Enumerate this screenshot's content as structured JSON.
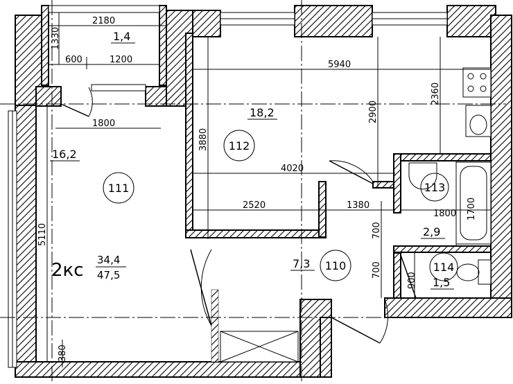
{
  "apartment": {
    "type_label": "2кс",
    "living_area": "34,4",
    "total_area": "47,5"
  },
  "rooms": [
    {
      "number": "111",
      "area": "16,2"
    },
    {
      "number": "112",
      "area": "18,2"
    },
    {
      "number": "113",
      "area": "2,9"
    },
    {
      "number": "114",
      "area": "1,5"
    },
    {
      "number": "110",
      "area": "7,3"
    },
    {
      "number": "",
      "area": "1,4"
    }
  ],
  "dimensions": {
    "balcony_width": "2180",
    "balcony_depth": "1330",
    "balcony_left": "600",
    "balcony_door": "1200",
    "room111_window": "1800",
    "room112_width": "5940",
    "room112_depth": "3880",
    "kitchen_depth1": "2900",
    "kitchen_depth2": "2360",
    "room112_inner": "4020",
    "partition": "2520",
    "hall_width": "1380",
    "bath_width": "1800",
    "bath_depth": "1700",
    "hall_seg1": "700",
    "hall_seg2": "700",
    "wc_depth": "900",
    "room111_depth": "5110",
    "bottom_offset": "380"
  }
}
